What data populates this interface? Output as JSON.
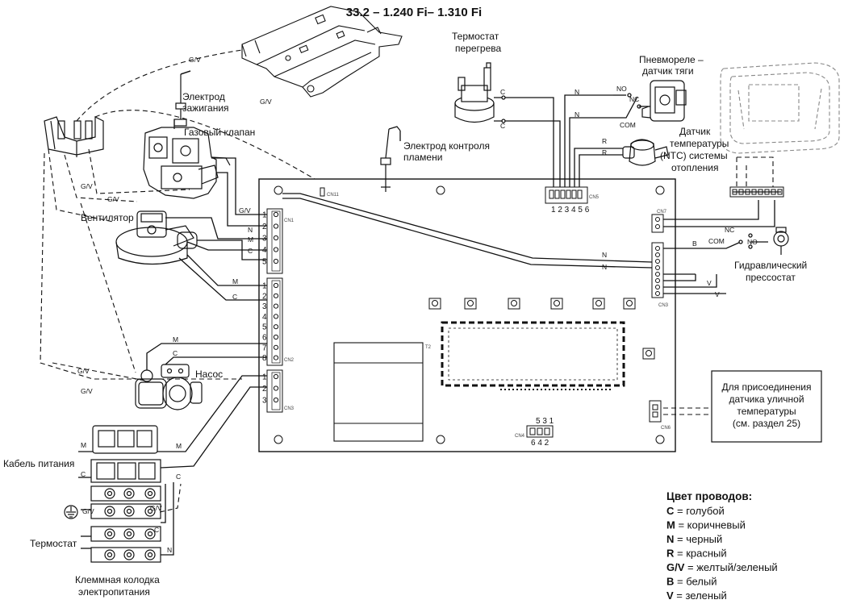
{
  "title": "33.2 – 1.240 Fi– 1.310 Fi",
  "labels": {
    "overheat_thermostat": [
      "Термостат",
      "перегрева"
    ],
    "pressure_relay": [
      "Пневмореле –",
      "датчик тяги"
    ],
    "ignition_electrode": [
      "Электрод",
      "зажигания"
    ],
    "gas_valve": "Газовый клапан",
    "flame_electrode": [
      "Электрод контроля",
      "пламени"
    ],
    "ntc_sensor": [
      "Датчик",
      "температуры",
      "(NTC) системы",
      "отопления"
    ],
    "fan": "Вентилятор",
    "hydraulic_pressostat": [
      "Гидравлический",
      "прессостат"
    ],
    "pump": "Насос",
    "outdoor_sensor_note": [
      "Для присоединения",
      "датчика уличной",
      "температуры",
      "(см. раздел 25)"
    ],
    "power_cable": "Кабель питания",
    "room_thermostat": "Термостат",
    "terminal_block": [
      "Клеммная колодка",
      "электропитания"
    ]
  },
  "wire_codes": {
    "C": "C",
    "M": "M",
    "N": "N",
    "R": "R",
    "GV": "G/V",
    "B": "B",
    "V": "V",
    "NO": "NO",
    "NC": "NC",
    "COM": "COM"
  },
  "connector_numbers": {
    "top_connector": "1 2 3 4 5 6",
    "cn1_pins": [
      "1",
      "2",
      "3",
      "4",
      "5"
    ],
    "cn2_pins": [
      "1",
      "2",
      "3",
      "4",
      "5",
      "6",
      "7",
      "8"
    ],
    "cn3_pins": [
      "1",
      "2",
      "3"
    ],
    "small_connector_top": "5 3 1",
    "small_connector_bottom": "6 4 2"
  },
  "legend": {
    "header": "Цвет проводов:",
    "items": [
      {
        "code": "C",
        "text": " = голубой"
      },
      {
        "code": "M",
        "text": " = коричневый"
      },
      {
        "code": "N",
        "text": " = черный"
      },
      {
        "code": "R",
        "text": " = красный"
      },
      {
        "code": "G/V",
        "text": " = желтый/зеленый"
      },
      {
        "code": "B",
        "text": " = белый"
      },
      {
        "code": "V",
        "text": " = зеленый"
      }
    ]
  },
  "colors": {
    "line": "#111111",
    "gray": "#9a9a9a",
    "background": "#ffffff"
  }
}
